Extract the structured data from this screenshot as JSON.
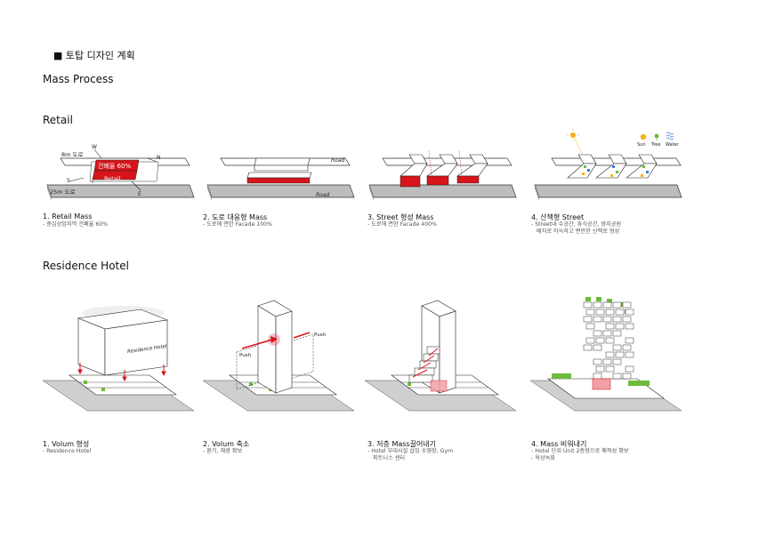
{
  "page_title": "■ 토탑 디자인 계획",
  "section_mass": "Mass Process",
  "section_retail": "Retail",
  "section_residence": "Residence Hotel",
  "retail": {
    "d1": {
      "road_8m": "8m 도로",
      "road_25m": "25m 도로",
      "coverage": "건폐율 60%",
      "block": "Retail",
      "w": "W",
      "n": "N",
      "s": "S",
      "e": "E",
      "title": "1. Retail Mass",
      "desc": "- 중심상업지역 건폐율 60%"
    },
    "d2": {
      "road_top": "Road",
      "road_bottom": "Road",
      "title": "2. 도로 대응형 Mass",
      "desc": "- 도로에 면한 Facade 100%"
    },
    "d3": {
      "title": "3. Street 형성 Mass",
      "desc": "- 도로에 면한 Facade 400%"
    },
    "d4": {
      "sun": "Sun",
      "tree": "Tree",
      "water": "Water",
      "title": "4. 산책형 Street",
      "desc1": "- Street내 수공간, 휴식공간, 쌈지공원",
      "desc2": "배치로 아늑하고 편안한 산책로 형성"
    }
  },
  "residence": {
    "d1": {
      "label": "Residence Hotel",
      "title": "1. Volum 형성",
      "desc": "- Residence Hotel"
    },
    "d2": {
      "push1": "Push",
      "push2": "Push",
      "title": "2. Volum 축소",
      "desc": "- 환기, 채광 확보"
    },
    "d3": {
      "title": "3. 저층 Mass끌어내기",
      "desc1": "- Hotel 부대시설 삽입 수영장, Gym",
      "desc2": "피트니스 센터"
    },
    "d4": {
      "title": "4. Mass 비워내기",
      "desc1": "- Hotel 단위 Unit 2층형으로 쾌적성 확보",
      "desc2": "- 옥상녹화"
    }
  },
  "colors": {
    "accent": "#d7141b",
    "green": "#6dbb3a",
    "ground": "#cfcfcf"
  }
}
